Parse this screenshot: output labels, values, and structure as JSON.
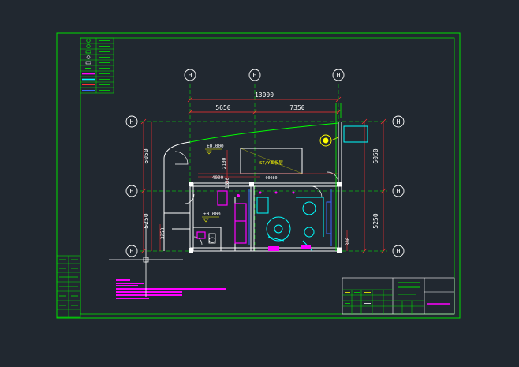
{
  "colors": {
    "background": "#212830",
    "frame": "#00e000",
    "wall": "#ffffff",
    "dimension": "#ff3030",
    "dim_text": "#ffffff",
    "yellow": "#ffff00",
    "cyan": "#00ffff",
    "magenta": "#ff00ff",
    "blue": "#3a6bff",
    "green": "#00ff00"
  },
  "grid_axes": {
    "top": [
      "H",
      "H",
      "H"
    ],
    "left": [
      "H",
      "H",
      "H"
    ],
    "right": [
      "H",
      "H",
      "H"
    ]
  },
  "dimensions": {
    "top_total": "13000",
    "top_left": "5650",
    "top_right": "7350",
    "left_upper": "6050",
    "left_lower": "5250",
    "right_upper": "6050",
    "right_lower": "5250",
    "inner_2100": "2100",
    "inner_4000": "4000",
    "inner_3250": "3250",
    "inner_800": "800",
    "inner_1550": "1550"
  },
  "labels": {
    "level_1": "±0.000",
    "level_2": "±0.000",
    "counter_label": "ST/Y面板层",
    "sink_label": "00080"
  },
  "icons": {
    "cursor": "crosshair-icon",
    "fixtures": [
      "circle-fixture-icon",
      "sink-icon",
      "toilet-icon"
    ]
  }
}
